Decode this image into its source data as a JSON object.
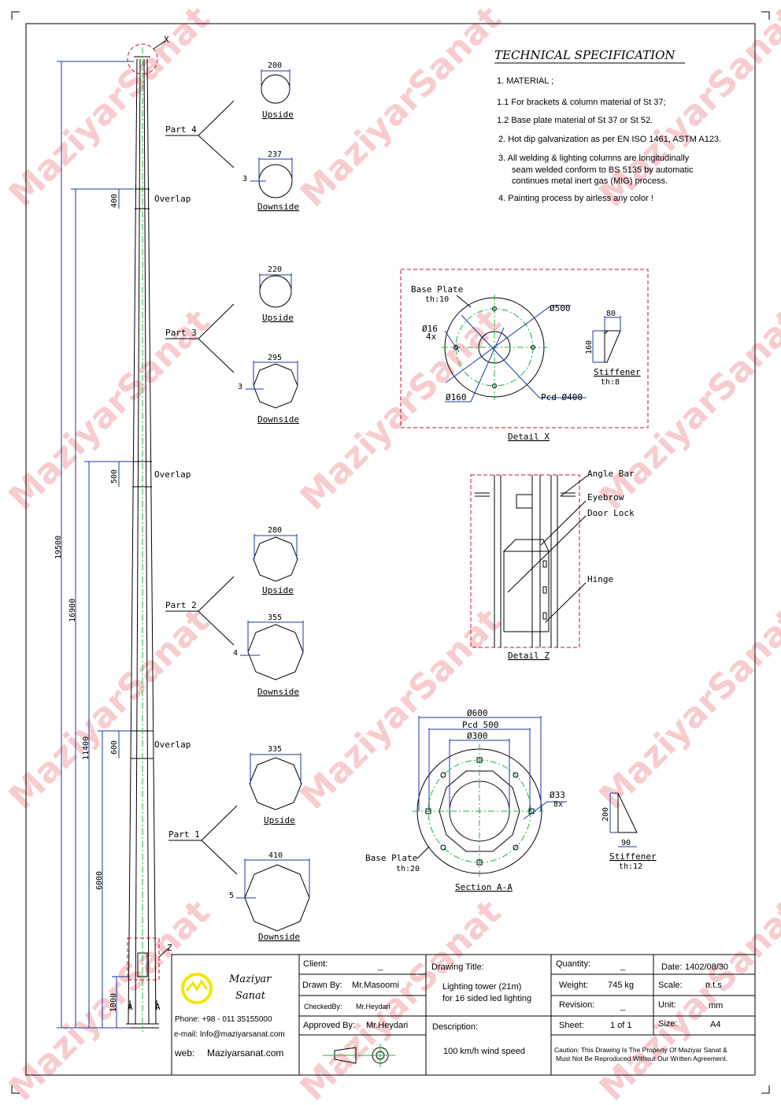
{
  "watermark": "MaziyarSanat",
  "spec": {
    "title": "TECHNICAL  SPECIFICATION",
    "lines": [
      "1. MATERIAL ;",
      "1.1  For brackets & column material of St 37;",
      "1.2  Base plate material of St 37 or St 52.",
      "2.  Hot dip galvanization as per EN ISO 1461, ASTM A123.",
      "3.  All welding & lighting columns are longitudinally",
      "seam  welded conform to BS 5135 by automatic",
      "continues metal inert gas (MIG) process.",
      "4.  Painting process by airless any color !"
    ]
  },
  "pole": {
    "top_marker": "X",
    "bottom_marker": "Z",
    "section_marker": "A",
    "dims": {
      "total": "19500",
      "d2": "16900",
      "d3": "11400",
      "d4": "6000",
      "d5": "1000"
    },
    "overlaps": [
      {
        "label": "Overlap",
        "value": "400"
      },
      {
        "label": "Overlap",
        "value": "500"
      },
      {
        "label": "Overlap",
        "value": "600"
      }
    ]
  },
  "parts": [
    {
      "name": "Part 4",
      "up": "200",
      "down": "237",
      "thk": "3",
      "up_label": "Upside",
      "down_label": "Downside"
    },
    {
      "name": "Part 3",
      "up": "220",
      "down": "295",
      "thk": "3",
      "up_label": "Upside",
      "down_label": "Downside"
    },
    {
      "name": "Part 2",
      "up": "280",
      "down": "355",
      "thk": "4",
      "up_label": "Upside",
      "down_label": "Downside"
    },
    {
      "name": "Part 1",
      "up": "335",
      "down": "410",
      "thk": "5",
      "up_label": "Upside",
      "down_label": "Downside"
    }
  ],
  "detail_x": {
    "title": "Detail  X",
    "base_plate": "Base Plate",
    "bp_th": "th:10",
    "d500": "Ø500",
    "d16": "Ø16",
    "qty": "4x",
    "d160": "Ø160",
    "pcd": "Pcd Ø400",
    "stiff_w": "80",
    "stiff_h": "160",
    "stiffener": "Stiffener",
    "stiff_th": "th:8"
  },
  "detail_z": {
    "title": "Detail  Z",
    "angle_bar": "Angle Bar",
    "eyebrow": "Eyebrow",
    "door_lock": "Door Lock",
    "hinge": "Hinge"
  },
  "section_aa": {
    "title": "Section  A-A",
    "d600": "Ø600",
    "pcd": "Pcd 500",
    "d300": "Ø300",
    "d33": "Ø33",
    "qty": "8x",
    "base_plate": "Base Plate",
    "bp_th": "th:20",
    "stiff_h": "200",
    "stiff_w": "90",
    "stiffener": "Stiffener",
    "stiff_th": "th:12"
  },
  "title_block": {
    "company_line1": "Maziyar",
    "company_line2": "Sanat",
    "phone": "Phone: +98 - 011 35155000",
    "email": "e-mail:  Info@maziyarsanat.com",
    "web_label": "web:",
    "web": "Maziyarsanat.com",
    "client_label": "Client:",
    "client": "_",
    "drawn_label": "Drawn By:",
    "drawn": "Mr.Masoomi",
    "checked_label": "CheckedBy:",
    "checked": "Mr.Heydari",
    "approved_label": "Approved By:",
    "approved": "Mr.Heydari",
    "drawing_title_label": "Drawing Title:",
    "drawing_title_1": "Lighting tower (21m)",
    "drawing_title_2": "for 16 sided led lighting",
    "description_label": "Description:",
    "description": "100 km/h wind speed",
    "quantity_label": "Quantity:",
    "quantity": "_",
    "weight_label": "Weight:",
    "weight": "745 kg",
    "revision_label": "Revision:",
    "revision": "_",
    "sheet_label": "Sheet:",
    "sheet": "1 of 1",
    "date_label": "Date:",
    "date": "1402/08/30",
    "scale_label": "Scale:",
    "scale": "n.t.s",
    "unit_label": "Unit:",
    "unit": "mm",
    "size_label": "Size:",
    "size": "A4",
    "caution_1": "Caution: This Drawing Is The Property Of Maziyar Sanat &",
    "caution_2": "Must Not Be Reproduced Without Our Written Agreement.",
    "colors": {
      "logo": "#f2e600",
      "center_line": "#1cb33c",
      "dimension": "#1a3aa0",
      "detail_frame": "#c8102e"
    }
  }
}
